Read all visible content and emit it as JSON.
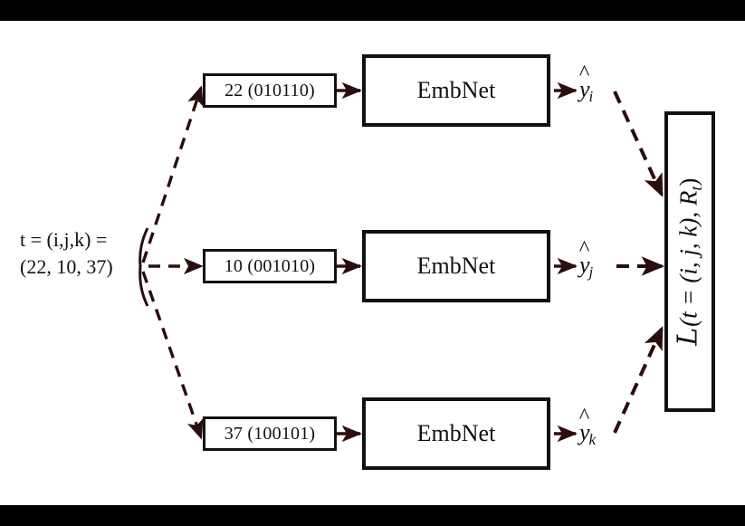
{
  "figure": {
    "title": "EmbNet triple-branch embedding with loss",
    "background": "#ffffff",
    "bar_color": "#000000",
    "stroke_color": "#111111",
    "dash_color": "#2b0d0d"
  },
  "source": {
    "line1": "t = (i,j,k) =",
    "line2": "(22, 10, 37)"
  },
  "branches": [
    {
      "id": "i",
      "bit_label": "22 (010110)",
      "value": 22,
      "bits": "010110",
      "net_label": "EmbNet",
      "output_base": "y",
      "output_hat": "^",
      "output_sub": "i"
    },
    {
      "id": "j",
      "bit_label": "10 (001010)",
      "value": 10,
      "bits": "001010",
      "net_label": "EmbNet",
      "output_base": "y",
      "output_hat": "^",
      "output_sub": "j"
    },
    {
      "id": "k",
      "bit_label": "37 (100101)",
      "value": 37,
      "bits": "100101",
      "net_label": "EmbNet",
      "output_base": "y",
      "output_hat": "^",
      "output_sub": "k"
    }
  ],
  "loss": {
    "symbol": "L",
    "expression": "(t = (i, j, k), R",
    "subscript": "t",
    "closing": ")",
    "full_text": "L(t = (i, j, k), R_t)"
  }
}
